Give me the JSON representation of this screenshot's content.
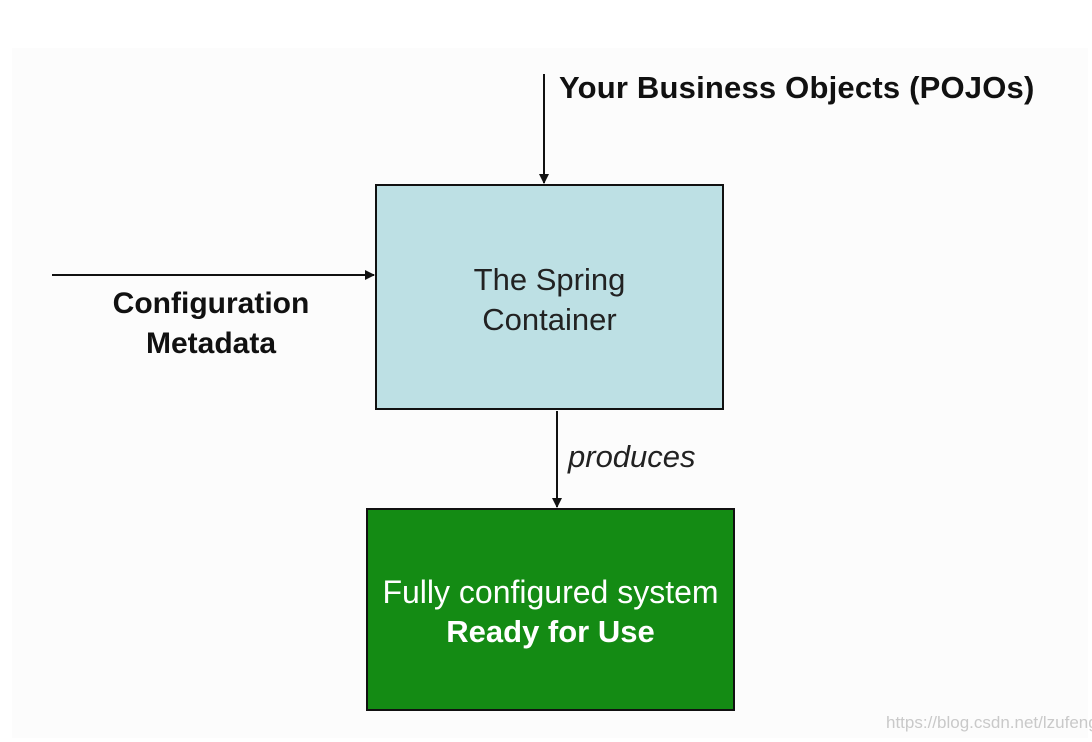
{
  "diagram": {
    "pojo_label": "Your Business Objects (POJOs)",
    "config_label": {
      "line1": "Configuration",
      "line2": "Metadata"
    },
    "spring_container": {
      "line1": "The Spring",
      "line2": "Container",
      "fill_color": "#bde0e4"
    },
    "produces_label": "produces",
    "ready_box": {
      "line1": "Fully configured system",
      "line2": "Ready for Use",
      "fill_color": "#148b14"
    },
    "watermark": "https://blog.csdn.net/lzufeng"
  }
}
